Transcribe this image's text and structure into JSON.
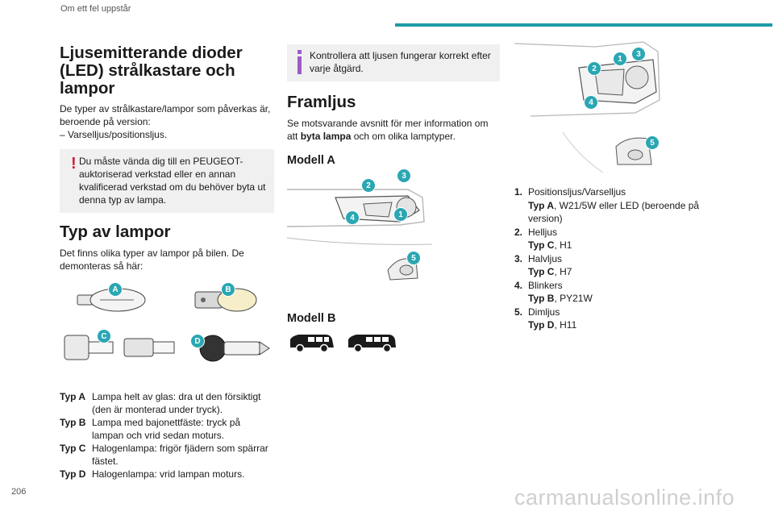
{
  "header": {
    "section": "Om ett fel uppstår"
  },
  "footer": {
    "page_number": "206",
    "watermark": "carmanualsonline.info"
  },
  "col1": {
    "title": "Ljusemitterande dioder (LED) strålkastare och lampor",
    "intro": "De typer av strålkastare/lampor som påverkas är, beroende på version:",
    "intro_item": "–  Varselljus/positionsljus.",
    "warning_line1": "Du måste vända dig till en PEUGEOT-",
    "warning_rest": "auktoriserad verkstad eller en annan kvalificerad verkstad om du behöver byta ut denna typ av lampa.",
    "types_title": "Typ av lampor",
    "types_intro": "Det finns olika typer av lampor på bilen. De demonteras så här:",
    "bulb_labels": [
      "A",
      "B",
      "C",
      "D"
    ],
    "types": [
      {
        "label": "Typ A",
        "text": "Lampa helt av glas: dra ut den försiktigt (den är monterad under tryck)."
      },
      {
        "label": "Typ B",
        "text": "Lampa med bajonettfäste: tryck på lampan och vrid sedan moturs."
      },
      {
        "label": "Typ C",
        "text": "Halogenlampa: frigör fjädern som spärrar fästet."
      },
      {
        "label": "Typ D",
        "text": "Halogenlampa: vrid lampan moturs."
      }
    ]
  },
  "col2": {
    "info": "Kontrollera att ljusen fungerar korrekt efter varje åtgärd.",
    "title": "Framljus",
    "intro_pre": "Se motsvarande avsnitt för mer information om att ",
    "intro_bold": "byta lampa",
    "intro_post": " och om olika lamptyper.",
    "model_a": "Modell A",
    "model_b": "Modell B",
    "badges": [
      "1",
      "2",
      "3",
      "4",
      "5"
    ]
  },
  "col3": {
    "badges": [
      "1",
      "2",
      "3",
      "4",
      "5"
    ],
    "items": [
      {
        "num": "1.",
        "name": "Positionsljus/Varselljus",
        "type": "Typ A",
        "spec": ", W21/5W eller LED (beroende på version)"
      },
      {
        "num": "2.",
        "name": "Helljus",
        "type": "Typ C",
        "spec": ", H1"
      },
      {
        "num": "3.",
        "name": "Halvljus",
        "type": "Typ C",
        "spec": ", H7"
      },
      {
        "num": "4.",
        "name": "Blinkers",
        "type": "Typ B",
        "spec": ", PY21W"
      },
      {
        "num": "5.",
        "name": "Dimljus",
        "type": "Typ D",
        "spec": ", H11"
      }
    ]
  }
}
